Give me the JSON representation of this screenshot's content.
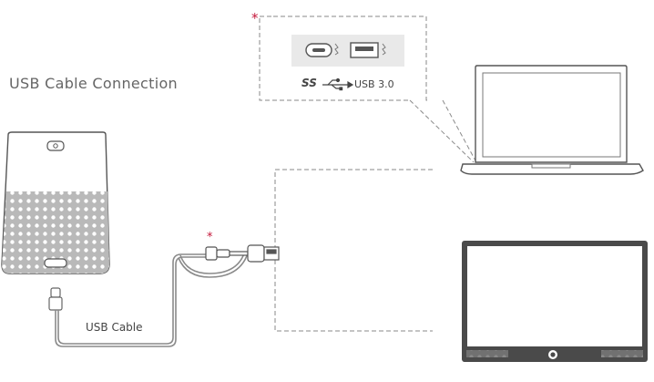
{
  "title": "USB Cable Connection",
  "callout": {
    "marker": "*",
    "port_standard": "USB 3.0",
    "logo_text": "SS"
  },
  "cable": {
    "label": "USB Cable",
    "marker": "*"
  },
  "colors": {
    "line": "#8a8a8a",
    "dashed": "#8a8a8a",
    "marker": "#c4173a",
    "port_panel": "#e9e9e9"
  },
  "icons": {
    "speaker": "power-icon",
    "monitor": "power-icon"
  }
}
